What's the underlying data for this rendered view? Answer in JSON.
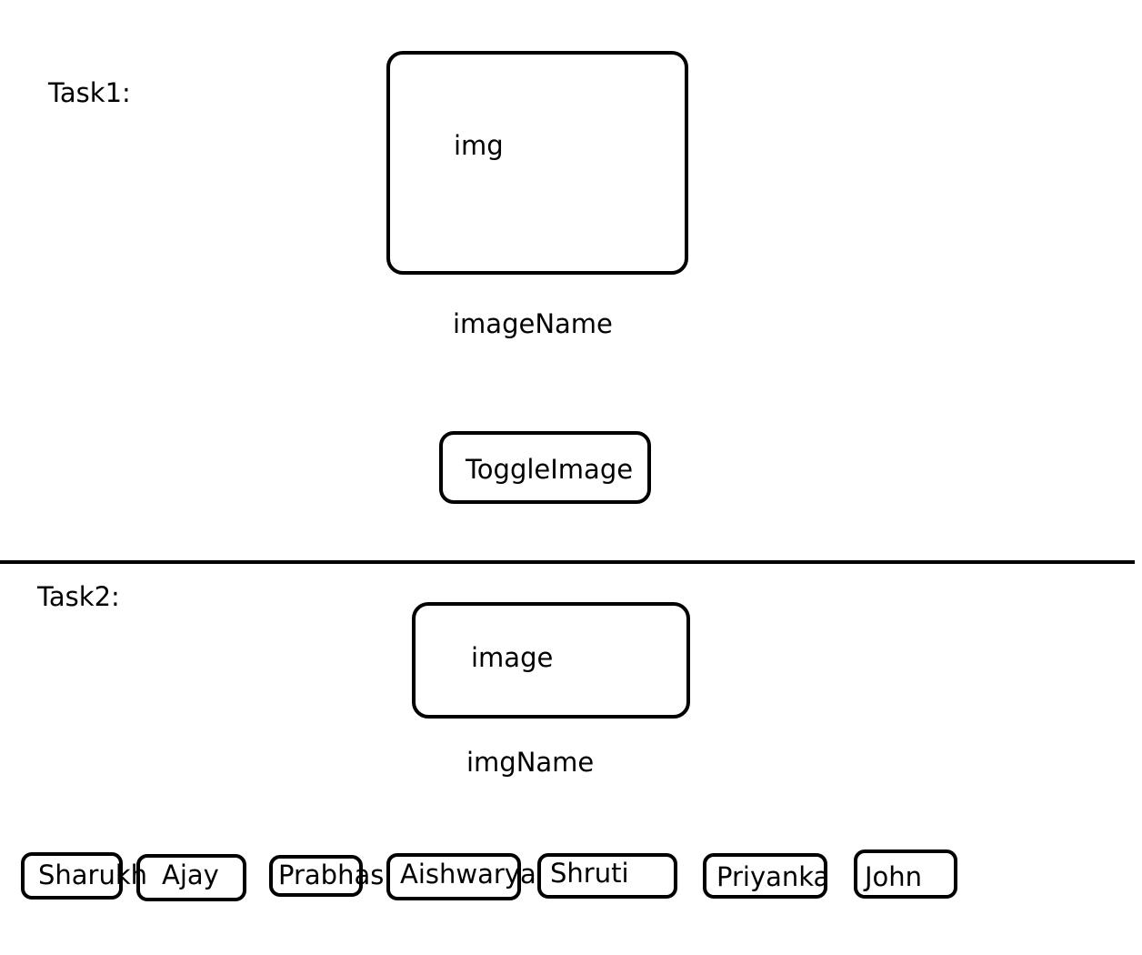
{
  "task1": {
    "heading": "Task1:",
    "image_placeholder": "img",
    "image_name": "imageName",
    "toggle_button_label": "ToggleImage"
  },
  "task2": {
    "heading": "Task2:",
    "image_placeholder": "image",
    "image_name": "imgName",
    "name_buttons": [
      {
        "label": "Sharukh"
      },
      {
        "label": "Ajay"
      },
      {
        "label": "Prabhas"
      },
      {
        "label": "Aishwarya"
      },
      {
        "label": "Shruti"
      },
      {
        "label": "Priyanka"
      },
      {
        "label": "John"
      }
    ]
  },
  "colors": {
    "stroke": "#000000",
    "background": "#ffffff"
  }
}
